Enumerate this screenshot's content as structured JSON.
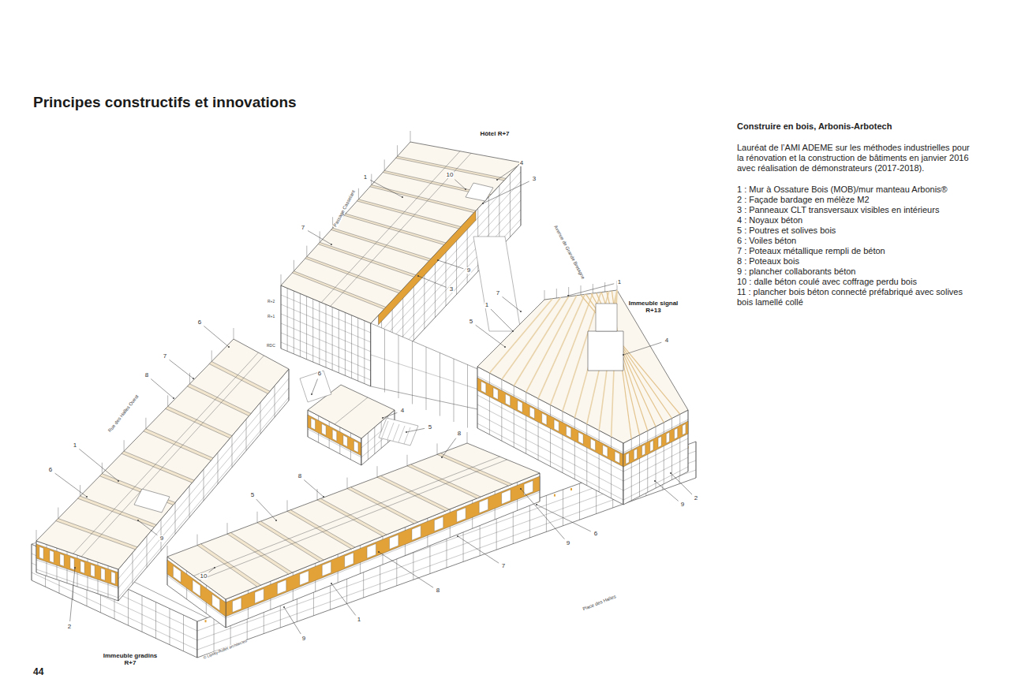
{
  "diagram": {
    "title": "Principes constructifs et innovations",
    "labels": [
      "Hôtel R+7",
      "Immeuble signal R+13",
      "Immeuble gradins R+7",
      "Passage Casselant",
      "Avenue de Grande Bretagne",
      "Rue des Halles Ouest",
      "Place des Halles",
      "R+2",
      "R+1",
      "RDC",
      "© Lipsky-Rollet architectes",
      "44",
      "Construire en bois, Arbonis-Arbotech",
      "Lauréat de l’AMI ADEME sur les méthodes industrielles pour la rénovation et la construction de bâtiments en janvier 2016 avec réalisation de démonstrateurs (2017-2018).",
      "1 : Mur à Ossature Bois (MOB)/mur manteau Arbonis®",
      "2 : Façade bardage en mélèze M2",
      "3 : Panneaux CLT transversaux visibles en intérieurs",
      "4 : Noyaux béton",
      "5 : Poutres et solives bois",
      "6 : Voiles béton",
      "7 : Poteaux métallique rempli de béton",
      "8 : Poteaux bois",
      "9 : plancher collaborants béton",
      "10 : dalle béton coulé avec coffrage perdu bois",
      "11 : plancher bois béton connecté préfabriqué avec solives bois lamellé collé",
      "10",
      "4",
      "3",
      "1",
      "7",
      "9",
      "3",
      "1",
      "7",
      "1",
      "5",
      "4",
      "9",
      "2",
      "6",
      "7",
      "8",
      "6",
      "4",
      "5",
      "8",
      "1",
      "6",
      "9",
      "2",
      "10",
      "5",
      "8",
      "6",
      "9",
      "7",
      "8",
      "1",
      "9"
    ]
  }
}
